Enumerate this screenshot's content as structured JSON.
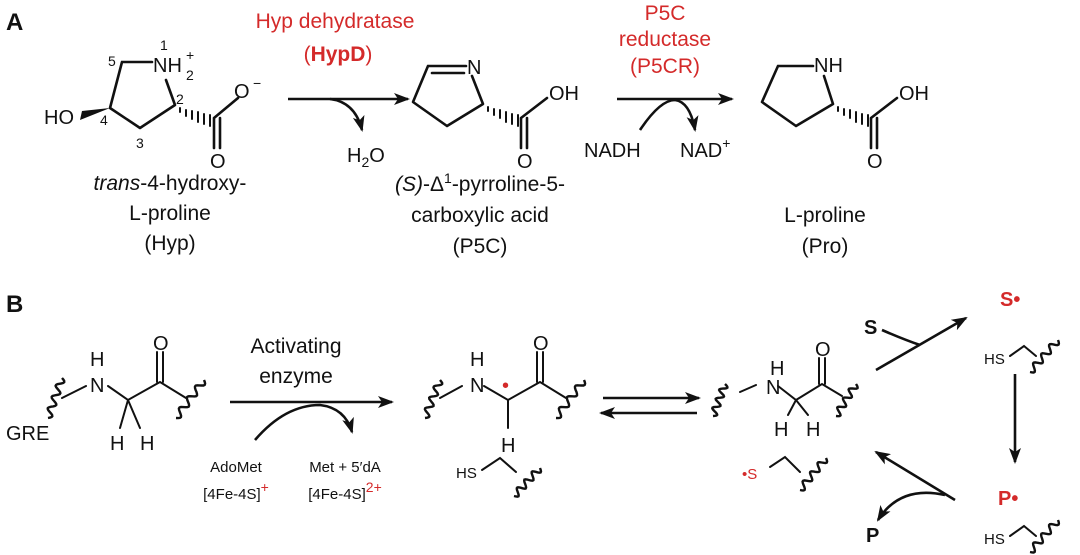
{
  "panel_a": {
    "label": "A",
    "hyp": {
      "nh2": "NH",
      "nh2_sub": "2",
      "nh2_sup": "+",
      "o_minus": "O",
      "o_minus_sup": "−",
      "o": "O",
      "ho": "HO",
      "n1": "1",
      "n2": "2",
      "n3": "3",
      "n4": "4",
      "n5": "5",
      "name_line1_italic": "trans",
      "name_line1_rest": "-4-hydroxy-",
      "name_line2": "L-proline",
      "name_line3": "(Hyp)"
    },
    "enzyme1": {
      "line1": "Hyp dehydratase",
      "open": "(",
      "bold": "HypD",
      "close": ")"
    },
    "water": {
      "h": "H",
      "sub": "2",
      "o": "O"
    },
    "p5c": {
      "n": "N",
      "oh": "OH",
      "o": "O",
      "name_line1_italic": "(S)",
      "name_line1_delta": "-Δ",
      "name_line1_sup": "1",
      "name_line1_rest": "-pyrroline-5-",
      "name_line2": "carboxylic acid",
      "name_line3": "(P5C)"
    },
    "enzyme2": {
      "line1": "P5C",
      "line2": "reductase",
      "line3": "(P5CR)"
    },
    "nadh": "NADH",
    "nad": {
      "text": "NAD",
      "sup": "+"
    },
    "pro": {
      "nh": "NH",
      "oh": "OH",
      "o": "O",
      "name_line1": "L-proline",
      "name_line2": "(Pro)"
    }
  },
  "panel_b": {
    "label": "B",
    "gre": "GRE",
    "gly": {
      "h_n": "H",
      "n": "N",
      "o": "O",
      "h1": "H",
      "h2": "H"
    },
    "activating": {
      "line1": "Activating",
      "line2": "enzyme"
    },
    "adomet": {
      "line1": "AdoMet",
      "line2": "[4Fe-4S]",
      "line2_sup": "+"
    },
    "met": {
      "line1": "Met + 5′dA",
      "line2": "[4Fe-4S]",
      "line2_sup": "2+"
    },
    "radical_gly": {
      "h_n": "H",
      "n": "N",
      "o": "O",
      "h": "H",
      "radical_dot": "•",
      "hs": "HS"
    },
    "cys_gly": {
      "h_n": "H",
      "n": "N",
      "o": "O",
      "h1": "H",
      "h2": "H",
      "thiyl": "•S"
    },
    "substrate": "S",
    "substrate_radical": "S•",
    "hs1": "HS",
    "product_radical": "P•",
    "hs2": "HS",
    "product": "P"
  },
  "colors": {
    "accent_red": "#d42a2a",
    "ink": "#111111"
  }
}
